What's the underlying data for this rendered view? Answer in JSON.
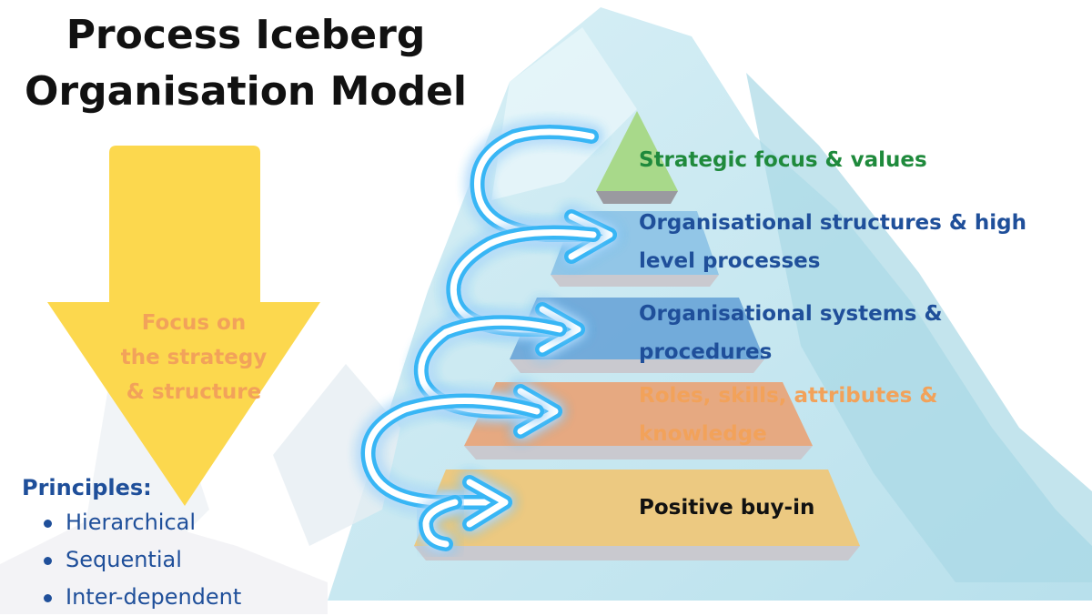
{
  "title": {
    "line1": "Process Iceberg",
    "line2": "Organisation Model"
  },
  "focus_arrow": {
    "line1": "Focus on",
    "line2": "the strategy",
    "line3": "& structure",
    "color": "#fcd84e"
  },
  "layers": [
    {
      "line1": "Strategic focus & values",
      "line2": "",
      "text_color": "#1f8a3c",
      "band_color": "#a8d98a"
    },
    {
      "line1": "Organisational structures & high",
      "line2": "level processes",
      "text_color": "#1f4f9a",
      "band_color": "#8ec4e6"
    },
    {
      "line1": "Organisational systems &",
      "line2": "procedures",
      "text_color": "#1f4f9a",
      "band_color": "#6ea8d8"
    },
    {
      "line1": "Roles, skills, attributes &",
      "line2": "knowledge",
      "text_color": "#f2a25a",
      "band_color": "#e8a57a"
    },
    {
      "line1": "Positive buy-in",
      "line2": "",
      "text_color": "#111111",
      "band_color": "#eec77a"
    }
  ],
  "principles": {
    "title": "Principles:",
    "items": [
      "Hierarchical",
      "Sequential",
      "Inter-dependent"
    ]
  },
  "colors": {
    "iceberg": "#cfeaf1",
    "iceberg_dark": "#a9d8e6",
    "flow_arrow_glow": "#37b6f5"
  },
  "icons": [
    "down-arrow-icon",
    "curved-flow-arrow-icon"
  ]
}
